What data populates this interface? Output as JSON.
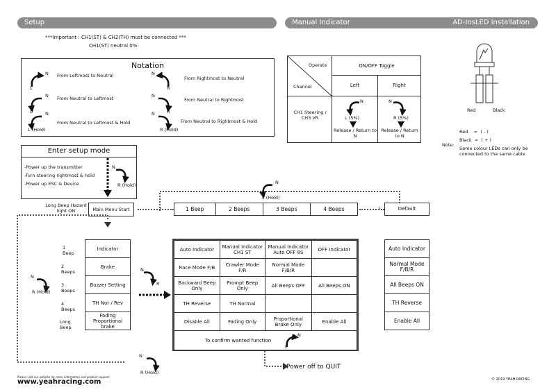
{
  "headers": {
    "setup": "Setup",
    "manual": "Manual Indicator",
    "install": "AD-InsLED Installation"
  },
  "important": {
    "line1": "***Important : CH1(ST) & CH2(TH) must be connected ***",
    "line2": "CH1(ST) neutral 0%"
  },
  "notation": {
    "title": "Notation",
    "left": [
      {
        "label": "From Leftmost to Neutral",
        "n": "N",
        "sub": "L"
      },
      {
        "label": "From Neutral to Leftmost",
        "n": "N",
        "sub": "L"
      },
      {
        "label": "From Neutral to Leftmost & Hold",
        "n": "N",
        "sub": "L (Hold)"
      }
    ],
    "right": [
      {
        "label": "From Rightmost to Neutral",
        "n": "N",
        "sub": "R"
      },
      {
        "label": "From Neutral to Rightmost",
        "n": "N",
        "sub": "R"
      },
      {
        "label": "From Neutral to Rightmost & Hold",
        "n": "N",
        "sub": "R (Hold)"
      }
    ]
  },
  "manual_table": {
    "operate": "Operate",
    "channel": "Channel",
    "toggle": "ON/OFF Toggle",
    "left": "Left",
    "right": "Right",
    "ch_label": "CH1 Steering / CH3 VR",
    "l_pct": "L (5%)",
    "r_pct": "R (5%)",
    "n": "N",
    "release_l": "Release / Return to N",
    "release_r": "Release / Return to N"
  },
  "led": {
    "red": "Red",
    "black": "Black",
    "note_label": "Note:",
    "red_line": "Red    =  ( - )",
    "black_line": "Black  =  ( + )",
    "same_colour": "Same colour LEDs can only be connected to the same cable"
  },
  "enter_setup": {
    "title": "Enter setup mode",
    "steps": [
      "-Power up the transmitter",
      "-Turn steering rightmost & hold",
      "-Power up ESC & Device"
    ],
    "n": "N",
    "r_hold": "R (Hold)"
  },
  "long_beep": "Long Beep Hazard light ON",
  "main_menu_start": "Main Menu Start",
  "top_arrow": {
    "n": "N",
    "l_hold": "L (Hold)"
  },
  "beep_row": [
    "1 Beep",
    "2 Beeps",
    "3 Beeps",
    "4 Beeps"
  ],
  "default_label": "Default",
  "menu": [
    {
      "beeps": "1 Beep",
      "item": "Indicator"
    },
    {
      "beeps": "2 Beeps",
      "item": "Brake"
    },
    {
      "beeps": "3 Beeps",
      "item": "Buzzer Setting"
    },
    {
      "beeps": "4 Beeps",
      "item": "TH Nor / Rev"
    },
    {
      "beeps": "Long Beep",
      "item": "Fading Proportional brake"
    }
  ],
  "left_arrow": {
    "n": "N",
    "r_hold": "R (Hold)"
  },
  "mid_arrow": {
    "n": "N",
    "r": "R"
  },
  "options": [
    [
      "Auto Indicator",
      "Manual Indicator CH1 ST",
      "Manual Indicator Auto OFF 8S",
      "OFF Indicator"
    ],
    [
      "Race Mode F/B",
      "Crawler Mode F/R",
      "Normal Mode F/B/R",
      ""
    ],
    [
      "Backward Beep Only",
      "Prompt Beep Only",
      "All Beeps OFF",
      "All Beeps ON"
    ],
    [
      "TH Reverse",
      "TH Normal",
      "",
      ""
    ],
    [
      "Disable All",
      "Fading Only",
      "Proportional Brake Only",
      "Enable All"
    ]
  ],
  "confirm": {
    "text": "To confirm wanted function",
    "n": "N",
    "l": "L"
  },
  "defaults": [
    "Auto Indicator",
    "Normal Mode F/B/R",
    "All Beeps ON",
    "TH Reverse",
    "Enable All"
  ],
  "bottom": {
    "n": "N",
    "r_hold": "R (Hold)",
    "quit": "Power off to QUIT"
  },
  "footer": {
    "small": "Please visit our website for more information and product support.",
    "url": "www.yeahracing.com",
    "copyright": "© 2019 YEAH RACING"
  }
}
